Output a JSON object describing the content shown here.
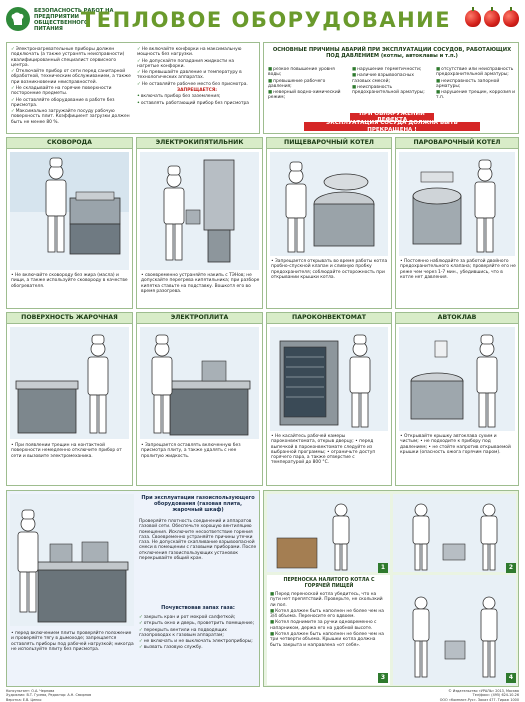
{
  "header": {
    "series": "БЕЗОПАСНОСТЬ РАБОТ НА ПРЕДПРИЯТИИ ОБЩЕСТВЕННОГО ПИТАНИЯ",
    "title": "ТЕПЛОВОЕ ОБОРУДОВАНИЕ",
    "logo_icon": "chef-hat-icon",
    "decor": [
      "apple-icon",
      "apple-icon",
      "apple-icon"
    ]
  },
  "intro_left": [
    "Электронагревательные приборы должен подключать (а также устранять неисправности) квалифицированный специалист сервисного центра.",
    "Отключайте прибор от сети перед санитарной обработкой, техническим обслуживанием, а также при возникновении неисправностей.",
    "Не складывайте на горячие поверхности посторонние предметы.",
    "Не оставляйте оборудование в работе без присмотра.",
    "Максимально загружайте посуду рабочую поверхность плит. Коэффициент загрузки должен быть не менее 80 %."
  ],
  "intro_mid": [
    "Не включайте конфорки на максимальную мощность без нагрузки.",
    "Не допускайте попадания жидкости на нагретые конфорки.",
    "Не превышайте давление и температуру в технологических аппаратах.",
    "Не оставляйте рабочее место без присмотра."
  ],
  "intro_mid_banned_title": "ЗАПРЕЩАЕТСЯ:",
  "intro_mid_banned": [
    "включать прибор без заземления;",
    "оставлять работающий прибор без присмотра"
  ],
  "accidents": {
    "title": "ОСНОВНЫЕ ПРИЧИНЫ АВАРИЙ ПРИ ЭКСПЛУАТАЦИИ СОСУДОВ, РАБОТАЮЩИХ ПОД ДАВЛЕНИЕМ (котлы, автоклавы и т.п.)",
    "col1": [
      "резкое повышение уровня воды;",
      "превышение рабочего давления;",
      "неверный водно-химический режим;"
    ],
    "col2": [
      "нарушение герметичности;",
      "наличие взрывоопасных газовых смесей;",
      "неисправность предохранительной арматуры;"
    ],
    "col3": [
      "отсутствие или неисправность предохранительной арматуры;",
      "неисправность запорной арматуры;",
      "нарушение трещин, коррозия и т.п."
    ],
    "alert1": "ПРИ ОБНАРУЖЕНИИ ДЕФЕКТА",
    "alert2": "ЭКСПЛУАТАЦИЯ СОСУДА ДОЛЖНА БЫТЬ ПРЕКРАЩЕНА !"
  },
  "panels_row1": [
    {
      "title": "СКОВОРОДА",
      "text": "• Не включайте сковороду без жира (масла) и пищи, а также используйте сковороду в качестве обогревателя."
    },
    {
      "title": "ЭЛЕКТРОКИПЯТИЛЬНИК",
      "text": "• своевременно устраняйте накипь с ТЭНов; не допускайте перегрева кипятильника; при разборе кипятка ставьте на подставку. Вошкотл его во время разогрева."
    },
    {
      "title": "ПИЩЕВАРОЧНЫЙ КОТЕЛ",
      "text": "• Запрещается открывать во время работы котла пробно-спускной клапан и сливную пробку предохранителя; соблюдайте осторожность при открывании крышки котла."
    },
    {
      "title": "ПАРОВАРОЧНЫЙ КОТЕЛ",
      "text": "• Постоянно наблюдайте за работой двойного предохранительного клапана; проверяйте его не реже чем через 1-7 мин., убедившись, что в котле нет давления."
    }
  ],
  "panels_row2": [
    {
      "title": "ПОВЕРХНОСТЬ ЖАРОЧНАЯ",
      "text": "• При появлении трещин на контактной поверхности немедленно отключите прибор от сети и вызовите электромеханика."
    },
    {
      "title": "ЭЛЕКТРОПЛИТА",
      "text": "• Запрещается оставлять включенную без присмотра плиту, а также удалять с нее пролитую жидкость."
    },
    {
      "title": "ПАРОКОНВЕКТОМАТ",
      "text": "• Не касайтесь рабочей камеры пароконвектомата, открыв дверцу; • перед выпечкой в пароконвектомате следуйте из выбранной программы; • ограничьте доступ горячего пара, а также отверстие с температурой до 800 °С."
    },
    {
      "title": "АВТОКЛАВ",
      "text": "• Открывайте крышку автоклава сухим и чистым; • не подходите к прибору под давлением; • не стойте напротив открываемой крышки (опасность ожога горячим паром)."
    }
  ],
  "gas": {
    "title": "При эксплуатации газоиспользующего оборудования (газовая плита, жарочный шкаф)",
    "text": "Проверяйте плотность соединений и аппаратов газовой сети. Обеспечьте хорошую вентиляцию помещения. Исключите несоответствие горения газа. Своевременно устраняйте причины утечки газа. Не допускайте скапливание взрывоопасной смеси в помещении с газовыми приборами. После отключения газоиспользующих установок перекрывайте общий кран.",
    "smell_title": "Почувствовав запах газа:",
    "smell": [
      "закрыть кран и рот мокрой салфеткой;",
      "открыть окно и дверь, проветрить помещение;",
      "перекрыть вентили на подводящих газопроводах к газовым аппаратам;",
      "не включать и не выключать электроприборы;",
      "вызвать газовую службу."
    ],
    "left_text": "• перед включением плиты проверяйте положение и проверяйте тягу в дымоходе; запрещается оставлять приборы под рабочей нагрузкой; никогда не используйте плиту без присмотра."
  },
  "carry": {
    "title": "ПЕРЕНОСКА НАЛИТОГО КОТЛА С ГОРЯЧЕЙ ПИЩЕЙ",
    "steps": [
      "1",
      "2",
      "3",
      "4"
    ],
    "items": [
      "Перед переноской котла убедитесь, что на пути нет препятствий. Проверьте, не скользкий ли пол.",
      "Котел должен быть наполнен не более чем на 3/4 объема. Переносите его вдвоем.",
      "Котел поднимите за ручки одновременно с напарником, держа его на удобной высоте.",
      "Котел должен быть наполнен не более чем на три четверти объема. Крышки котла должна быть закрыта и направлена «от себя»."
    ]
  },
  "footer_left": "Консультант: О.А. Чернова\nХудожник: В.Т. Гусева, Редактор: А.Н. Смирнов\nВерстка: Е.В. Ценко",
  "footer_right": "© Издательство «УРАЛЬ» 2013, Москва\nТел/факс: (495) 624-10-26\nООО «Комплит-Рус». Заказ 477. Тираж 1000"
}
